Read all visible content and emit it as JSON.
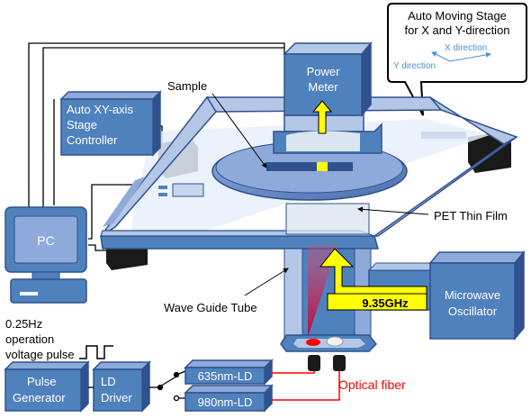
{
  "callout": {
    "line1": "Auto Moving Stage",
    "line2": "for X and Y-direction",
    "x_dir": "X direction",
    "y_dir": "Y direction"
  },
  "power_meter": {
    "line1": "Power",
    "line2": "Meter"
  },
  "sample_label": "Sample",
  "controller": {
    "line1": "Auto XY-axis",
    "line2": "Stage",
    "line3": "Controller"
  },
  "pc_label": "PC",
  "pet_label": "PET Thin Film",
  "waveguide_label": "Wave Guide Tube",
  "frequency_label": "9.35GHz",
  "oscillator": {
    "line1": "Microwave",
    "line2": "Oscillator"
  },
  "pulse_text": {
    "line1": "0.25Hz",
    "line2": "operation",
    "line3": "voltage pulse"
  },
  "pulse_generator": {
    "line1": "Pulse",
    "line2": "Generator"
  },
  "ld_driver": {
    "line1": "LD",
    "line2": "Driver"
  },
  "ld635": "635nm-LD",
  "ld980": "980nm-LD",
  "fiber_label": "Optical fiber",
  "colors": {
    "box_fill": "#4f81bd",
    "box_stroke": "#2f528f",
    "stage_light": "#b4c7e7",
    "film": "#dbe5f1",
    "arrow_yellow": "#ffff00",
    "fiber_red": "#ff0000",
    "beam": "#c0003a",
    "label_blue": "#4a90d9"
  }
}
